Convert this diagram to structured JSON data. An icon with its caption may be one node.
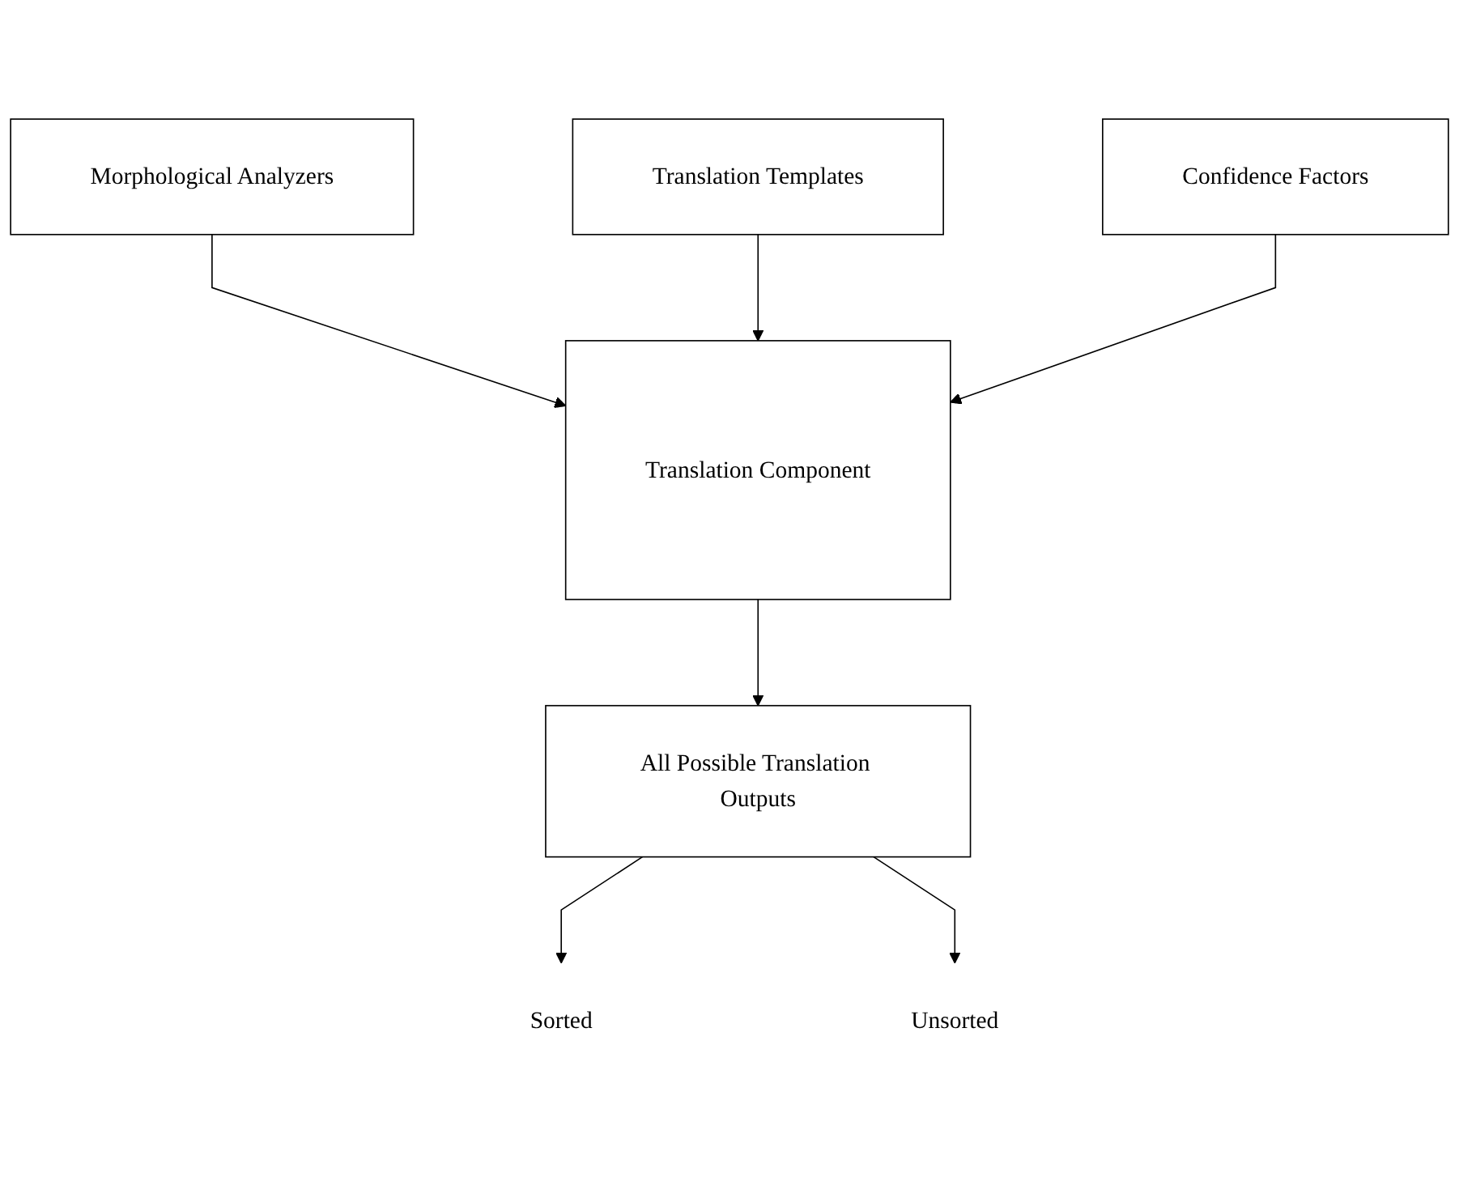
{
  "diagram": {
    "nodes": [
      {
        "text": [
          "Morphological Analyzers"
        ]
      },
      {
        "text": [
          "Translation Templates"
        ]
      },
      {
        "text": [
          "Confidence Factors"
        ]
      },
      {
        "text": [
          "Translation Component"
        ]
      },
      {
        "text": [
          "All Possible Translation Outputs"
        ]
      },
      {
        "text": [
          "Sorted"
        ]
      },
      {
        "text": [
          "Unsorted"
        ]
      }
    ],
    "edges": [
      {
        "from": 0,
        "to": 3,
        "arrow": "to"
      },
      {
        "from": 1,
        "to": 3,
        "arrow": "to"
      },
      {
        "from": 2,
        "to": 3,
        "arrow": "to"
      },
      {
        "from": 3,
        "to": 4,
        "arrow": "to"
      },
      {
        "from": 4,
        "to": 5,
        "arrow": "to"
      },
      {
        "from": 4,
        "to": 6,
        "arrow": "to"
      }
    ]
  }
}
